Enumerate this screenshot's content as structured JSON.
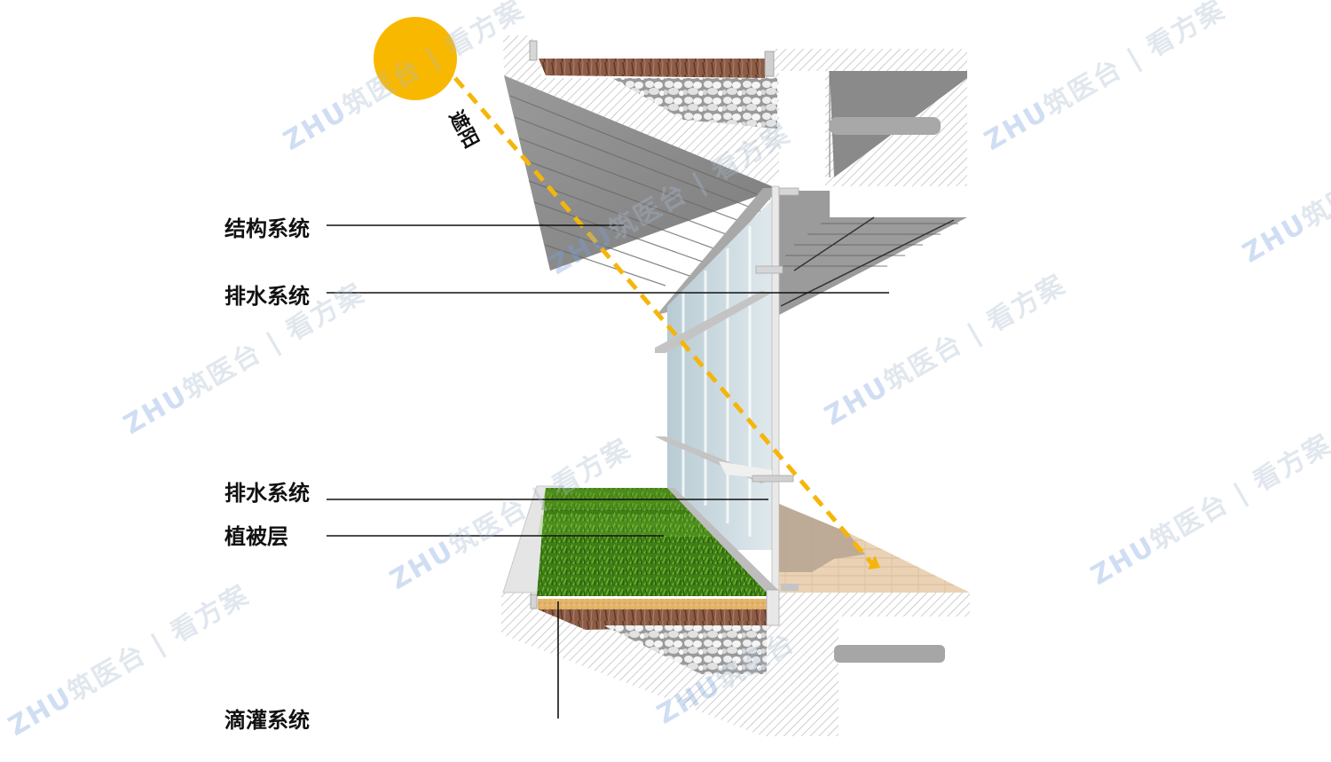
{
  "diagram": {
    "sun": {
      "label": "遮阳",
      "color": "#F9B800"
    },
    "sun_ray_color": "#F5B50A",
    "labels": [
      {
        "id": "structure",
        "text": "结构系统"
      },
      {
        "id": "drainage_top",
        "text": "排水系统"
      },
      {
        "id": "drainage_bottom",
        "text": "排水系统"
      },
      {
        "id": "vegetation",
        "text": "植被层"
      },
      {
        "id": "drip_irrigation",
        "text": "滴灌系统"
      }
    ],
    "watermark": {
      "brand": "ZHU",
      "text1": "筑医台",
      "sep": "|",
      "text2": "看方案"
    },
    "colors": {
      "concrete": "#8e8e8e",
      "concrete_dark": "#6f6f6f",
      "hatch": "#bdbdbd",
      "soil": "#8a5a45",
      "gravel": "#d8d8d8",
      "grass": "#4f8f1f",
      "grass_dark": "#2f6a12",
      "sand": "#e2b46a",
      "glass": "#cfdde3",
      "wood_floor": "#e8cdb0"
    }
  }
}
